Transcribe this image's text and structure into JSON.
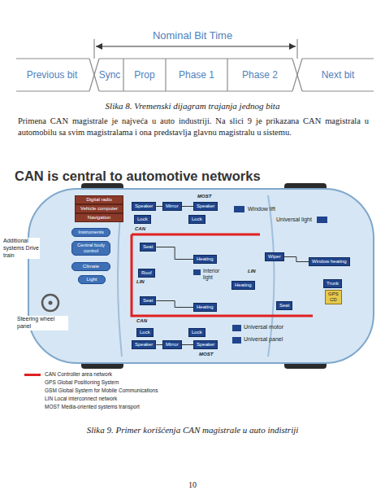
{
  "diagram": {
    "title": "CAN is central to automotive networks",
    "nodes": [
      {
        "text": [
          "Previous bit"
        ]
      },
      {
        "text": [
          "Sync"
        ]
      },
      {
        "text": [
          "Prop"
        ]
      },
      {
        "text": [
          "Phase 1"
        ]
      },
      {
        "text": [
          "Phase 2"
        ]
      },
      {
        "text": [
          "Next bit"
        ]
      },
      {
        "text": [
          "Digital radio"
        ]
      },
      {
        "text": [
          "Vehicle computer"
        ]
      },
      {
        "text": [
          "Navigation"
        ]
      },
      {
        "text": [
          "Speaker"
        ]
      },
      {
        "text": [
          "Mirror"
        ]
      },
      {
        "text": [
          "Speaker"
        ]
      },
      {
        "text": [
          "Lock"
        ]
      },
      {
        "text": [
          "Lock"
        ]
      },
      {
        "text": [
          "Instruments"
        ]
      },
      {
        "text": [
          "Central body control"
        ]
      },
      {
        "text": [
          "Seat"
        ]
      },
      {
        "text": [
          "Heating"
        ]
      },
      {
        "text": [
          "Wiper"
        ]
      },
      {
        "text": [
          "Window heating"
        ]
      },
      {
        "text": [
          "Climate"
        ]
      },
      {
        "text": [
          "Roof"
        ]
      },
      {
        "text": [
          "Light"
        ]
      },
      {
        "text": [
          "Heating"
        ]
      },
      {
        "text": [
          "Trunk"
        ]
      },
      {
        "text": [
          "GPS",
          "CD"
        ]
      },
      {
        "text": [
          "Seat"
        ]
      },
      {
        "text": [
          "Seat"
        ]
      },
      {
        "text": [
          "Heating"
        ]
      },
      {
        "text": [
          "Lock"
        ]
      },
      {
        "text": [
          "Lock"
        ]
      },
      {
        "text": [
          "Speaker"
        ]
      },
      {
        "text": [
          "Mirror"
        ]
      },
      {
        "text": [
          "Speaker"
        ]
      }
    ],
    "edges": [
      {
        "from": 9,
        "to": 10,
        "arrow": "none"
      },
      {
        "from": 10,
        "to": 11,
        "arrow": "none"
      },
      {
        "from": 16,
        "to": 17,
        "arrow": "none"
      },
      {
        "from": 18,
        "to": 19,
        "arrow": "none"
      },
      {
        "from": 26,
        "to": 28,
        "arrow": "none"
      },
      {
        "from": 31,
        "to": 32,
        "arrow": "none"
      },
      {
        "from": 32,
        "to": 33,
        "arrow": "none"
      }
    ],
    "labels": [
      "Nominal Bit Time",
      "Slika 8. Vremenski dijagram trajanja jednog bita",
      "Primena CAN magistrale je najveća u auto industriji. Na slici 9 je prikazana CAN magistrala u automobilu sa svim magistralama i ona predstavlja glavnu magistralu u sistemu.",
      "MOST",
      "Window lift",
      "Universal light",
      "CAN",
      "Additional systems Drive train",
      "LIN",
      "Interior light",
      "LIN",
      "Steering wheel panel",
      "CAN",
      "Universal motor",
      "Universal panel",
      "MOST",
      "Slika 9. Primer korišćenja CAN magistrale u auto indistriji",
      "10"
    ],
    "legend": [
      {
        "text": "CAN Controller area network",
        "color": "#e02020"
      },
      {
        "text": "GPS Global Positioning System"
      },
      {
        "text": "GSM Global System for Mobile Communications"
      },
      {
        "text": "LIN Local interconnect network"
      },
      {
        "text": "MOST Media-oriented systems transport"
      }
    ]
  }
}
